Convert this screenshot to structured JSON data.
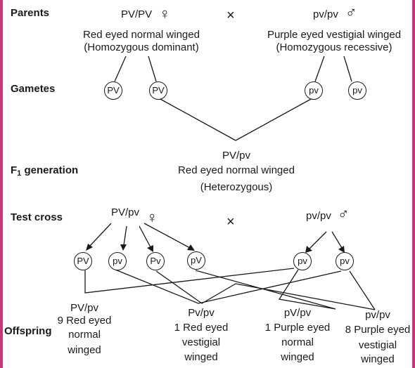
{
  "labels": {
    "parents": "Parents",
    "gametes": "Gametes",
    "f1_main": "F",
    "f1_sub": "1",
    "f1_rest": " generation",
    "test_cross": "Test cross",
    "offspring": "Offspring"
  },
  "parents": {
    "female_genotype": "PV/PV",
    "female_symbol": "♀",
    "cross_symbol": "×",
    "male_genotype": "pv/pv",
    "male_symbol": "♂",
    "female_phenotype": "Red eyed normal winged",
    "female_zygosity": "(Homozygous dominant)",
    "male_phenotype": "Purple eyed vestigial winged",
    "male_zygosity": "(Homozygous recessive)"
  },
  "gametes": [
    "PV",
    "PV",
    "pv",
    "pv"
  ],
  "f1": {
    "genotype": "PV/pv",
    "phenotype": "Red eyed normal winged",
    "zygosity": "(Heterozygous)"
  },
  "test_cross": {
    "female_genotype": "PV/pv",
    "female_symbol": "♀",
    "cross_symbol": "×",
    "male_genotype": "pv/pv",
    "male_symbol": "♂",
    "female_gametes": [
      "PV",
      "pv",
      "Pv",
      "pV"
    ],
    "male_gametes": [
      "pv",
      "pv"
    ]
  },
  "offspring": [
    {
      "genotype": "PV/pv",
      "lines": [
        "9 Red eyed",
        "normal",
        "winged"
      ]
    },
    {
      "genotype": "Pv/pv",
      "lines": [
        "1 Red eyed",
        "vestigial",
        "winged"
      ]
    },
    {
      "genotype": "pV/pv",
      "lines": [
        "1 Purple eyed",
        "normal",
        "winged"
      ]
    },
    {
      "genotype": "pv/pv",
      "lines": [
        "8 Purple eyed",
        "vestigial",
        "winged"
      ]
    }
  ]
}
